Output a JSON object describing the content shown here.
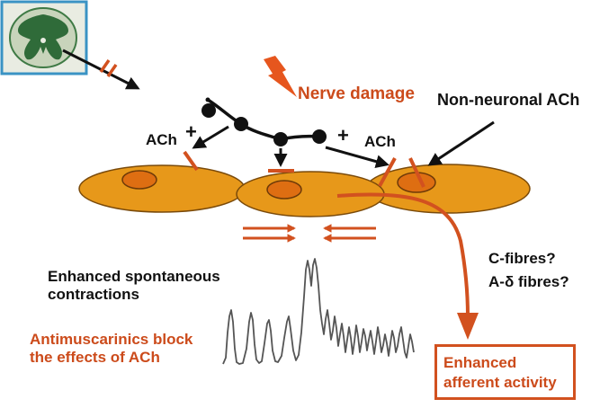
{
  "colors": {
    "accent": "#d2511f",
    "cell_fill": "#e7981a",
    "nucleus_fill": "#de6e12",
    "text_dark": "#111111",
    "trace": "#555555"
  },
  "icons": {
    "spinal_cord": "spinal-cord-section-icon",
    "lightning": "lightning-bolt-icon"
  },
  "labels": {
    "nerve_damage": "Nerve damage",
    "non_neuronal_ach": "Non-neuronal ACh",
    "ach_left": "ACh",
    "ach_right": "ACh",
    "plus_left": "+",
    "plus_right": "+",
    "enhanced_contractions": [
      "Enhanced spontaneous",
      "contractions"
    ],
    "antimuscarinics": [
      "Antimuscarinics block",
      "the effects of ACh"
    ],
    "fibres": [
      "C-fibres?",
      "A-δ fibres?"
    ],
    "afferent": [
      "Enhanced",
      "afferent activity"
    ]
  }
}
